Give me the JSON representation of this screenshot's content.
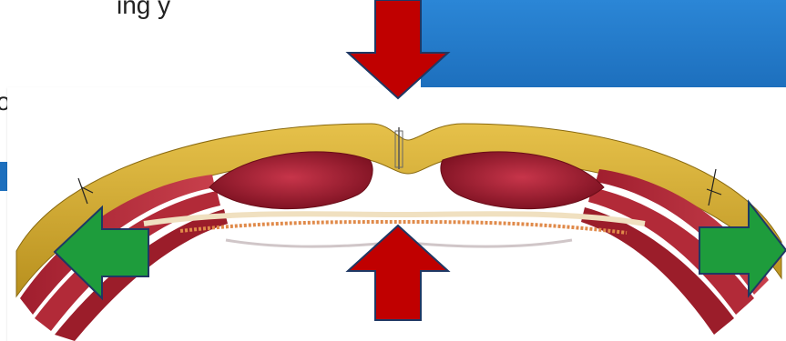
{
  "slide": {
    "top_text": "ing y",
    "left_text": "o"
  },
  "arrows": {
    "down": {
      "color": "#c00000",
      "stroke": "#1f3864",
      "direction": "down"
    },
    "up": {
      "color": "#c00000",
      "stroke": "#1f3864",
      "direction": "up"
    },
    "left": {
      "color": "#1e9c3c",
      "stroke": "#1f3864",
      "direction": "left"
    },
    "right": {
      "color": "#1e9c3c",
      "stroke": "#1f3864",
      "direction": "right"
    }
  },
  "colors": {
    "banner": "#1d6fbd",
    "fat": "#d9b23a",
    "muscle": "#9b1d2a",
    "peritoneum": "#e08a4a"
  }
}
